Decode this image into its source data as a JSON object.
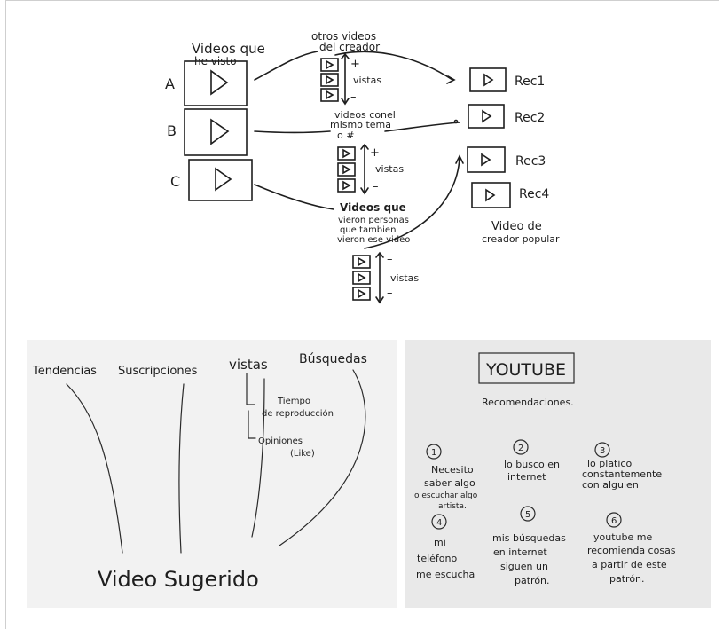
{
  "top": {
    "videos_que_he_visto": [
      "Videos que",
      "he visto"
    ],
    "row_labels": [
      "A",
      "B",
      "C"
    ],
    "otros_videos": [
      "otros videos",
      "del creador"
    ],
    "mismo_tema": [
      "videos conel",
      "mismo tema",
      "o #"
    ],
    "vieron_personas": [
      "Videos que",
      "vieron personas",
      "que tambien",
      "vieron ese video"
    ],
    "vistas": "vistas",
    "plus": "+",
    "minus": "–",
    "recs": [
      "Rec1",
      "Rec2",
      "Rec3",
      "Rec4"
    ],
    "video_creador_popular": [
      "Video de",
      "creador popular"
    ]
  },
  "left_panel": {
    "labels": [
      "Tendencias",
      "Suscripciones",
      "vistas",
      "Búsquedas"
    ],
    "tiempo": [
      "Tiempo",
      "de reproducción"
    ],
    "opiniones": [
      "Opiniones",
      "(Like)"
    ],
    "video_sugerido": "Video Sugerido"
  },
  "right_panel": {
    "title": "YOUTUBE",
    "subtitle": "Recomendaciones.",
    "items": [
      {
        "num": "1",
        "text": [
          "Necesito",
          "saber algo",
          "o escuchar algo",
          "artista."
        ]
      },
      {
        "num": "2",
        "text": [
          "lo busco en",
          "internet"
        ]
      },
      {
        "num": "3",
        "text": [
          "lo platico",
          "constantemente",
          "con alguien"
        ]
      },
      {
        "num": "4",
        "text": [
          "mi",
          "teléfono",
          "me escucha"
        ]
      },
      {
        "num": "5",
        "text": [
          "mis búsquedas",
          "en internet",
          "siguen un",
          "patrón."
        ]
      },
      {
        "num": "6",
        "text": [
          "youtube me",
          "recomienda cosas",
          "a partir de este",
          "patrón."
        ]
      }
    ]
  },
  "colors": {
    "ink": "#1e1e1e",
    "paper_left": "#f2f2f2",
    "paper_right": "#e9e9e9"
  }
}
